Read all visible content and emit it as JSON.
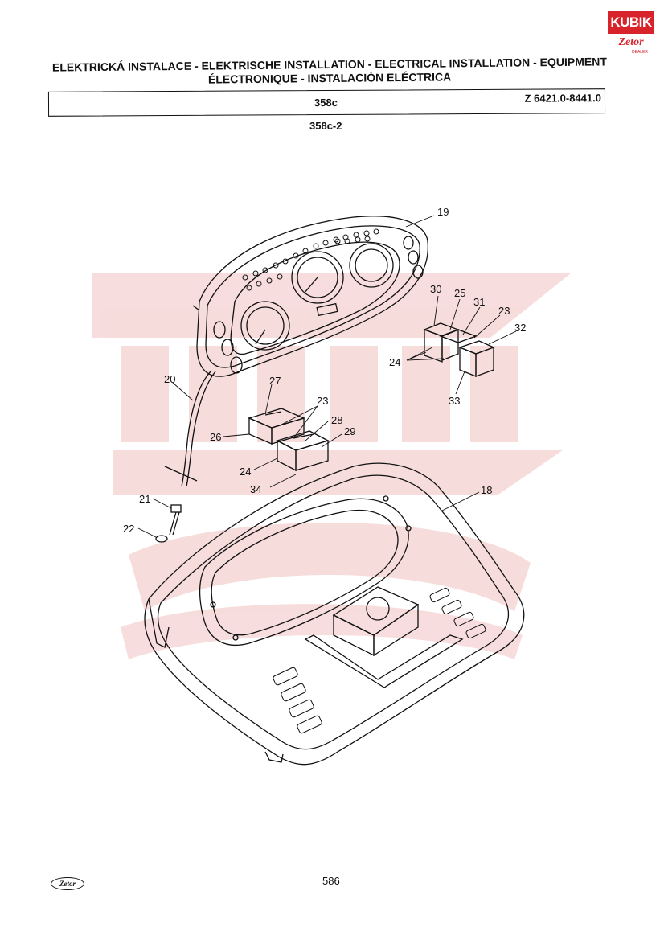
{
  "header": {
    "title_line1": "ELEKTRICKÁ INSTALACE - ELEKTRISCHE INSTALLATION - ELECTRICAL INSTALLATION - EQUIPMENT",
    "title_line2": "ÉLECTRONIQUE - INSTALACIÓN ELÉCTRICA",
    "section": "358c",
    "serial_range": "Z 6421.0-8441.0"
  },
  "sub_reference": "358c-2",
  "page_number": "586",
  "logos": {
    "corner_brand": "KUBIK",
    "corner_sub": "Zetor",
    "corner_dealer": "DEALER",
    "bottom_brand": "Zetor",
    "watermark": "KUBIK Zetor"
  },
  "colors": {
    "brand_red": "#d8232a",
    "watermark": "#f6d7d7",
    "line": "#111111"
  },
  "callouts": [
    "19",
    "20",
    "21",
    "22",
    "23",
    "24",
    "25",
    "26",
    "27",
    "28",
    "29",
    "30",
    "31",
    "32",
    "33",
    "34",
    "18"
  ]
}
